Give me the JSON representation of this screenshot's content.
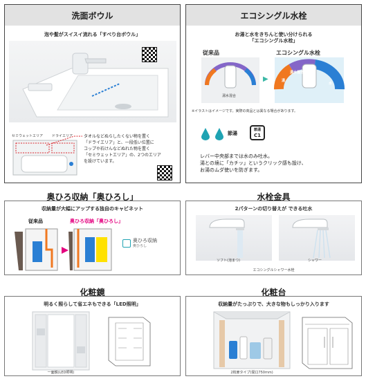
{
  "panel_bowl": {
    "title": "洗面ボウル",
    "subtitle": "泡や髪がスイスイ流れる「すべり台ボウル」",
    "zone_semiwet": "セミウェットエリア",
    "zone_dry": "ドライエリア",
    "body_lines": [
      "タオルなどぬらしたくない物を置く",
      "「ドライエリア」と、一段低い位置に",
      "コップや石けんなどぬれた物を置く",
      "「セミウェットエリア」の、2つのエリア",
      "を設けています。"
    ]
  },
  "panel_faucet": {
    "title": "エコシングル水栓",
    "subtitle_line1": "お湯と水をきちんと使い分けられる",
    "subtitle_line2": "「エコシングル水栓」",
    "label_conventional": "従来品",
    "label_eco": "エコシングル水栓",
    "hot_water_mix": "湯水混合",
    "hot": "湯",
    "mix": "湯水混合",
    "water": "水",
    "note": "※イラストはイメージです。実際の商品とは異なる場合があります。",
    "energy_label": "節湯",
    "energy_badge_top": "節湯",
    "energy_badge": "C1",
    "body_lines": [
      "レバー中央部までは水のみ吐水。",
      "湯との境に「カチッ」というクリック感も設け、",
      "お湯のムダ使いを防ぎます。"
    ]
  },
  "section_storage": {
    "title": "奥ひろ収納「奥ひろし」",
    "subtitle": "収納量が大幅にアップする独自のキャビネット",
    "label_conventional": "従来品",
    "label_okuhiro": "奥ひろ収納「奥ひろし」",
    "logo_text": "奥ひろ収納",
    "logo_sub": "奥ひろし"
  },
  "section_faucet_fittings": {
    "title": "水栓金具",
    "subtitle": "2パターンの切り替えが できる吐水",
    "mode_soft": "ソフト(泡まつ)",
    "mode_shower": "シャワー",
    "caption": "エコシングルシャワー水栓"
  },
  "section_mirror": {
    "title": "化粧鏡",
    "subtitle": "明るく照らして省エネもできる「LED照明」",
    "caption": "一面鏡(LED照明)"
  },
  "section_vanity": {
    "title": "化粧台",
    "subtitle": "収納量がたっぷりで、大きな物もしっかり入ります",
    "caption": "2枚扉タイプ(間口750mm)"
  },
  "colors": {
    "header_bg": "#e2e2e2",
    "accent_pink": "#e4007f",
    "dashed_red": "#d9242b",
    "teal": "#1fa3b3",
    "water_blue": "#2a7fd4",
    "hot_orange": "#f07820",
    "mix_purple": "#8466c8"
  }
}
